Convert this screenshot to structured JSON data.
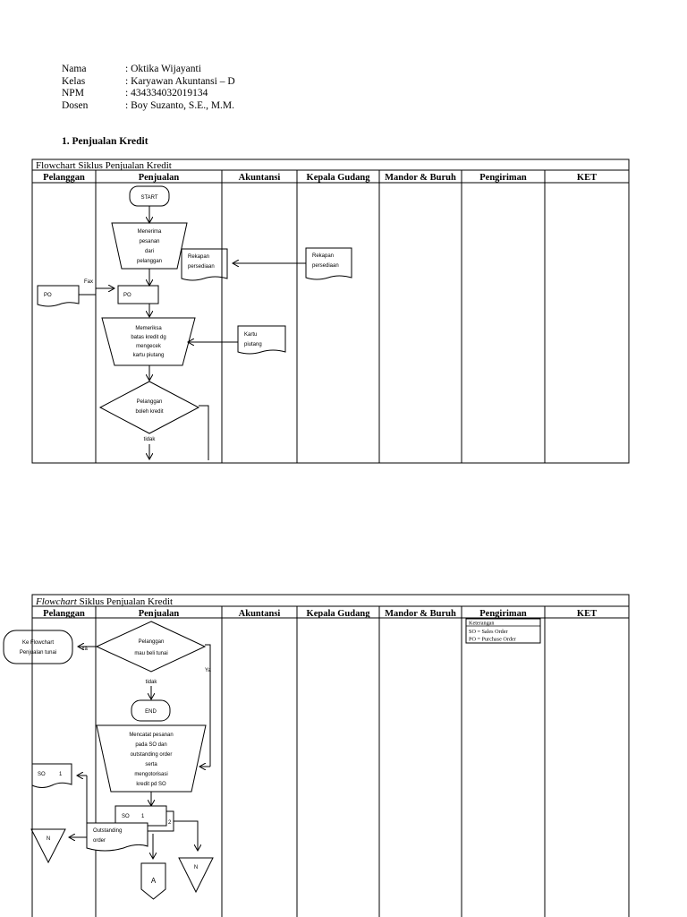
{
  "student": {
    "labels": [
      "Nama",
      "Kelas",
      "NPM",
      "Dosen"
    ],
    "values": [
      ": Oktika Wijayanti",
      ": Karyawan Akuntansi – D",
      ": 434334032019134",
      ": Boy Suzanto, S.E., M.M."
    ]
  },
  "section_title": "1.  Penjualan Kredit",
  "columns": [
    "Pelanggan",
    "Penjualan",
    "Akuntansi",
    "Kepala Gudang",
    "Mandor & Buruh",
    "Pengiriman",
    "KET"
  ],
  "flow1": {
    "title": "Flowchart Siklus Penjualan Kredit",
    "start": "START",
    "menerima": [
      "Menerima",
      "pesanan",
      "dari",
      "pelanggan"
    ],
    "rekapan_left": [
      "Rekapan",
      "persediaan"
    ],
    "rekapan_right": [
      "Rekapan",
      "persediaan"
    ],
    "po_left": "PO",
    "fax": "Fax",
    "po_right": "PO",
    "memeriksa": [
      "Memeriksa",
      "batas kredit dg",
      "mengecek",
      "kartu piutang"
    ],
    "kartu": [
      "Kartu",
      "piutang"
    ],
    "diamond": [
      "Pelanggan",
      "boleh kredit"
    ],
    "tidak": "tidak"
  },
  "flow2": {
    "title_italic": "Flowchart",
    "title_rest": " Siklus Penjualan Kredit",
    "legend": [
      "Keterangan",
      "SO = Sales Order",
      "PO = Purchase Order"
    ],
    "ke_flowchart": [
      "Ke Flowchart",
      "Penjualan tunai"
    ],
    "ya_left": "Ya",
    "diamond": [
      "Pelanggan",
      "mau beli tunai"
    ],
    "ya_right": "Ya",
    "tidak": "tidak",
    "end": "END",
    "mencatat": [
      "Mencatat pesanan",
      "pada SO dan",
      "outstanding order",
      "serta",
      "mengotorisasi",
      "kredit pd SO"
    ],
    "so_left_label": "SO",
    "so_left_num": "1",
    "so_mid_label": "SO",
    "so_mid_num": "1",
    "so_copy_num": "2",
    "outstanding": [
      "Outstanding",
      "order"
    ],
    "n_left": "N",
    "n_right": "N",
    "connector_a": "A"
  }
}
